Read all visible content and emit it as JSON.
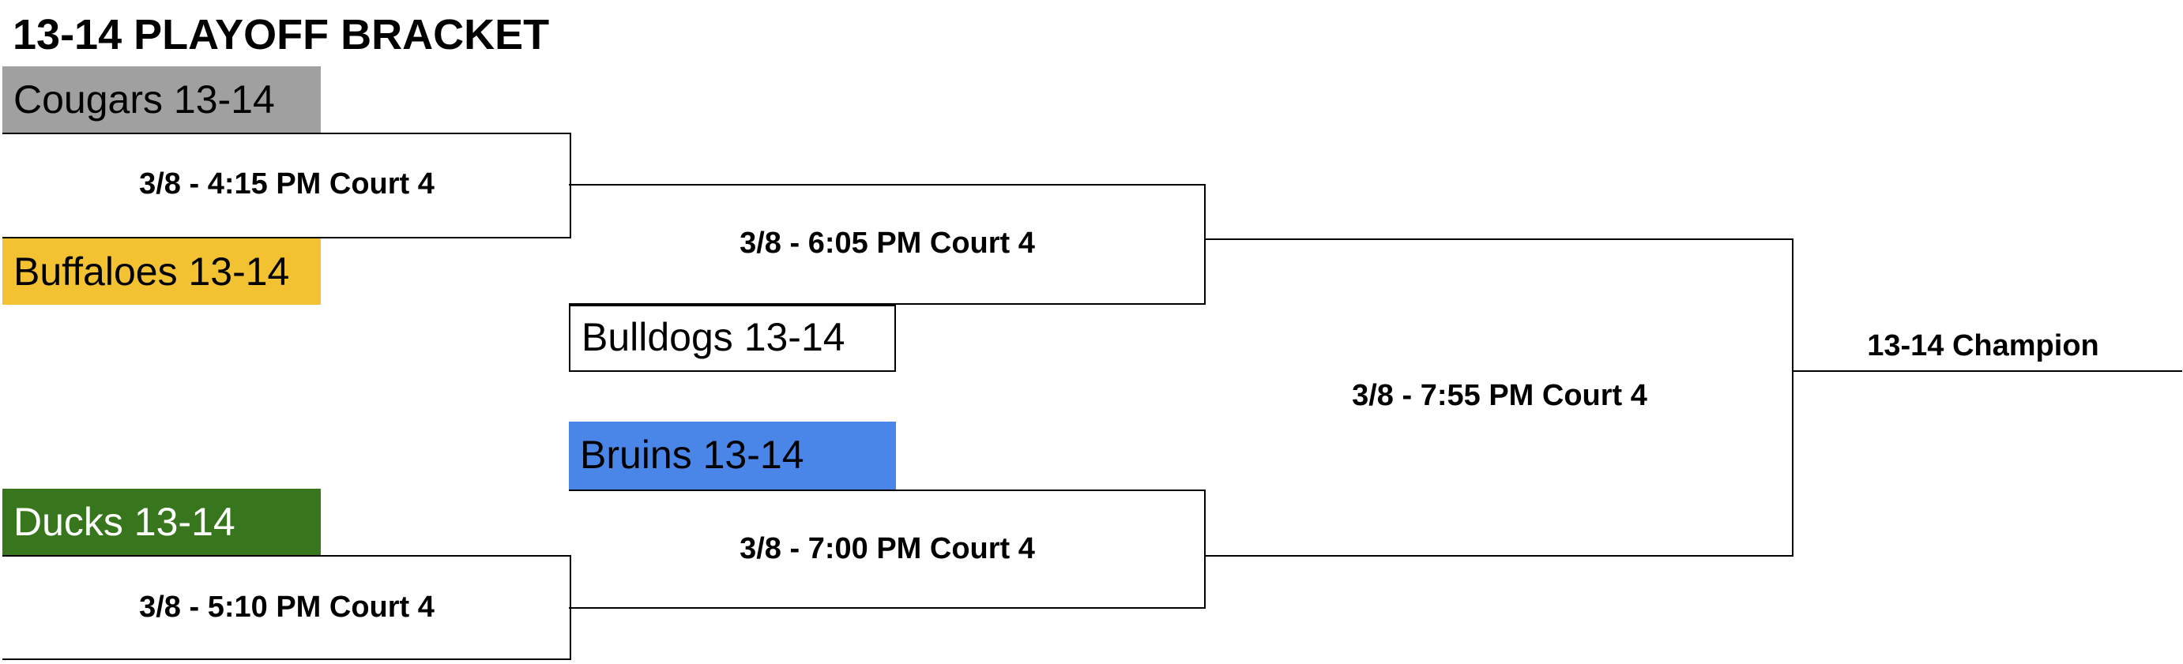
{
  "title": "13-14 PLAYOFF BRACKET",
  "colors": {
    "cougars": "#a0a0a0",
    "buffaloes": "#f2c233",
    "bulldogs": "#ffffff",
    "bruins": "#4a86e8",
    "ducks": "#38761d",
    "line": "#000000"
  },
  "teams": {
    "cougars": "Cougars 13-14",
    "buffaloes": "Buffaloes 13-14",
    "bulldogs": "Bulldogs 13-14",
    "bruins": "Bruins 13-14",
    "ducks": "Ducks 13-14"
  },
  "games": {
    "g1": "3/8 - 4:15 PM Court 4",
    "g2": "3/8 - 5:10 PM Court 4",
    "g3": "3/8 - 6:05 PM Court 4",
    "g4": "3/8 - 7:00 PM Court 4",
    "final": "3/8 - 7:55 PM Court 4"
  },
  "champion_label": "13-14 Champion"
}
